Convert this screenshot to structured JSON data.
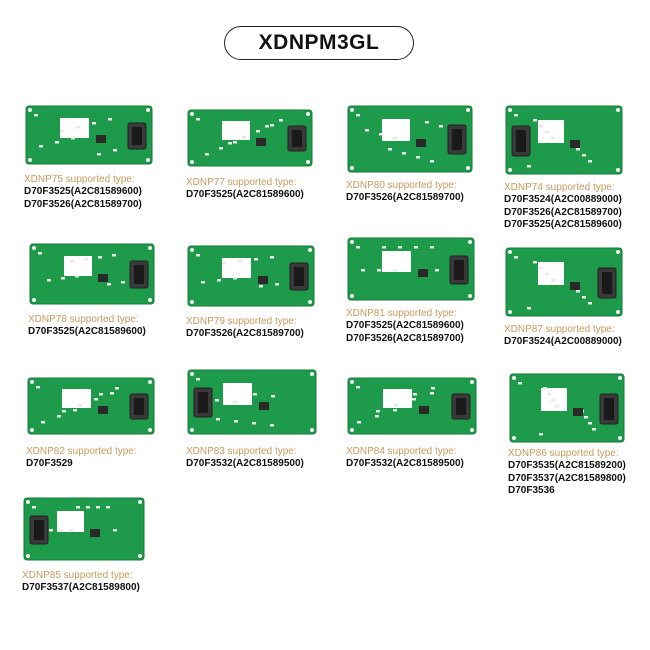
{
  "title": "XDNPM3GL",
  "colors": {
    "board": "#1d9a4a",
    "board_dark": "#14793a",
    "model_text": "#c79a5c",
    "chip_text": "#111111"
  },
  "boards": [
    {
      "model": "XDNP75 supported type:",
      "chips": [
        "D70F3525(A2C81589600)",
        "D70F3526(A2C81589700)"
      ]
    },
    {
      "model": "XDNP77 supported type:",
      "chips": [
        "D70F3525(A2C81589600)"
      ]
    },
    {
      "model": "XDNP80 supported type:",
      "chips": [
        "D70F3526(A2C81589700)"
      ]
    },
    {
      "model": "XDNP74 supported type:",
      "chips": [
        "D70F3524(A2C00889000)",
        "D70F3526(A2C81589700)",
        "D70F3525(A2C81589600)"
      ]
    },
    {
      "model": "XDNP78 supported type:",
      "chips": [
        "D70F3525(A2C81589600)"
      ]
    },
    {
      "model": "XDNP79 supported type:",
      "chips": [
        "D70F3526(A2C81589700)"
      ]
    },
    {
      "model": "XDNP81 supported type:",
      "chips": [
        "D70F3525(A2C81589600)",
        "D70F3526(A2C81589700)"
      ]
    },
    {
      "model": "XDNP87 supported type:",
      "chips": [
        "D70F3524(A2C00889000)"
      ]
    },
    {
      "model": "XDNP82 supported type:",
      "chips": [
        "D70F3529"
      ]
    },
    {
      "model": "XDNP83 supported type:",
      "chips": [
        "D70F3532(A2C81589500)"
      ]
    },
    {
      "model": "XDNP84 supported type:",
      "chips": [
        "D70F3532(A2C81589500)"
      ]
    },
    {
      "model": "XDNP86 supported type:",
      "chips": [
        "D70F3535(A2C81589200)",
        "D70F3537(A2C81589800)",
        "D70F3536"
      ]
    },
    {
      "model": "XDNP85 supported type:",
      "chips": [
        "D70F3537(A2C81589800)"
      ]
    }
  ]
}
